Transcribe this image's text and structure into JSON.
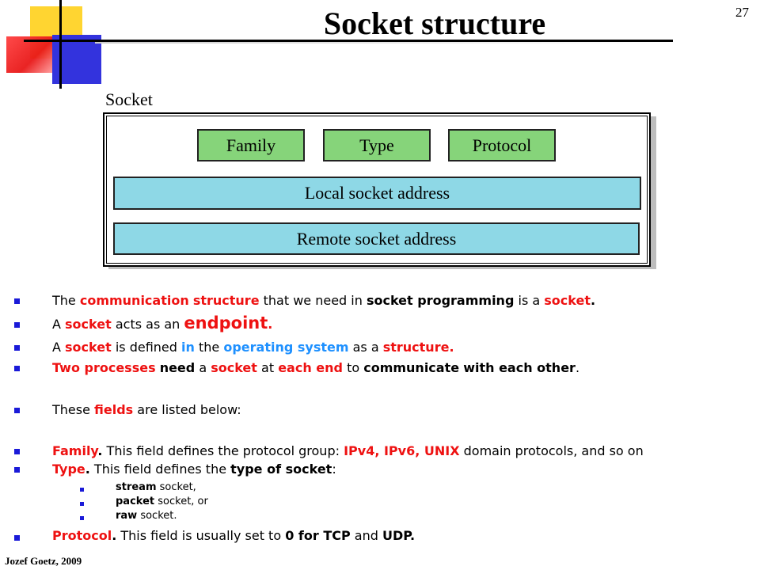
{
  "slide": {
    "title": "Socket structure",
    "number": "27",
    "footer": "Jozef Goetz, 2009"
  },
  "diagram": {
    "caption": "Socket",
    "fields": [
      "Family",
      "Type",
      "Protocol"
    ],
    "local_address": "Local socket address",
    "remote_address": "Remote socket address",
    "colors": {
      "field_boxes": "#86d47a",
      "address_boxes": "#8ed8e6"
    }
  },
  "bullets": {
    "b1": {
      "t1": "The ",
      "t2": "communication",
      "t3": " ",
      "t4": "structure",
      "t5": " that we need in ",
      "t6": "socket programming",
      "t7": " is a ",
      "t8": "socket",
      "t9": "."
    },
    "b2": {
      "t1": "A ",
      "t2": "socket",
      "t3": " acts as an ",
      "t4": "endpoint",
      "t5": "."
    },
    "b3": {
      "t1": "A ",
      "t2": "socket",
      "t3": " is defined ",
      "t4": "in",
      "t5": " the ",
      "t6": "operating system",
      "t7": " as a ",
      "t8": "structure."
    },
    "b4": {
      "t1": "Two processes",
      "t2": " ",
      "t3": "need",
      "t4": " a ",
      "t5": "socket",
      "t6": " at ",
      "t7": "each end",
      "t8": " to ",
      "t9": "communicate",
      "t10": " ",
      "t11": "with each other",
      "t12": "."
    },
    "b5": {
      "t1": "These ",
      "t2": "fields",
      "t3": " are listed below:"
    },
    "b6": {
      "t1": "Family",
      "t2": ".",
      "t3": " This field defines the protocol group: ",
      "t4": "IPv4, IPv6, UNIX",
      "t5": " domain protocols, and so on"
    },
    "b7": {
      "t1": "Type",
      "t2": ".",
      "t3": " This field defines the ",
      "t4": "type of socket",
      "t5": ":"
    },
    "sub1": {
      "t1": "stream",
      "t2": " socket,"
    },
    "sub2": {
      "t1": "packet",
      "t2": " socket, or"
    },
    "sub3": {
      "t1": "raw",
      "t2": " socket."
    },
    "b8": {
      "t1": "Protocol",
      "t2": ".",
      "t3": " This field is usually set to ",
      "t4": "0 for TCP",
      "t5": " and ",
      "t6": "UDP",
      "t7": "."
    }
  }
}
